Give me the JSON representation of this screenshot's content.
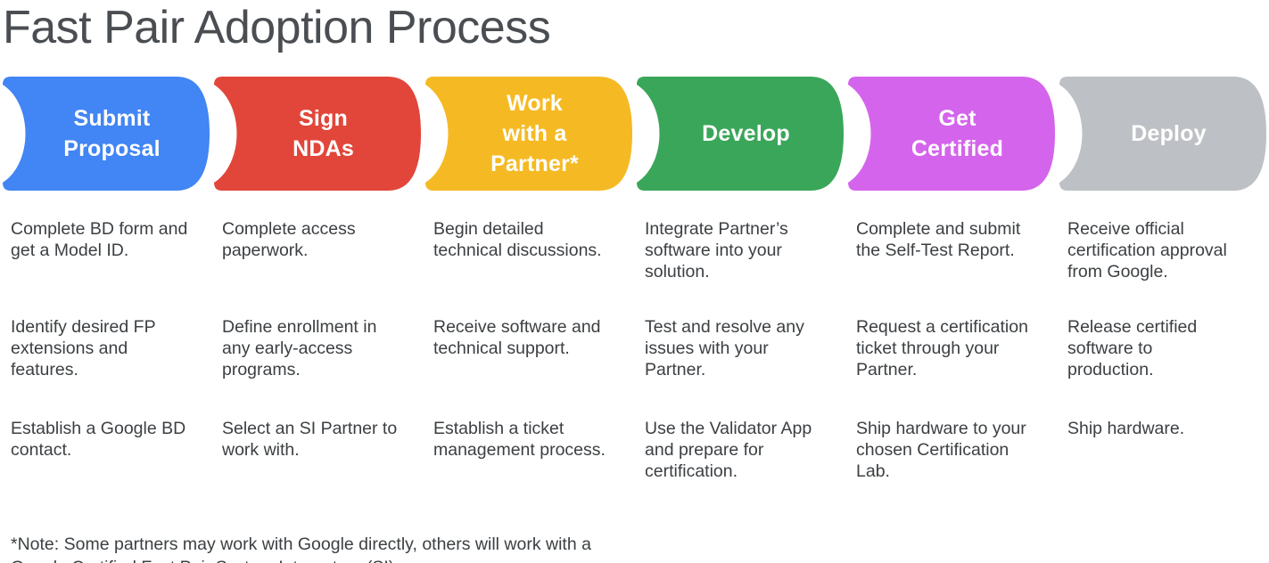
{
  "title": "Fast Pair Adoption Process",
  "stages": [
    {
      "label": "Submit\nProposal",
      "color": "#4285F4",
      "tasks": [
        "Complete BD form and\nget a Model ID.",
        "Identify desired FP\nextensions and\nfeatures.",
        "Establish a Google BD\ncontact."
      ]
    },
    {
      "label": "Sign\nNDAs",
      "color": "#E2463A",
      "tasks": [
        "Complete access\npaperwork.",
        "Define enrollment in\nany early-access\nprograms.",
        "Select an SI Partner to\nwork with."
      ]
    },
    {
      "label": "Work\nwith a\nPartner*",
      "color": "#F5BA23",
      "tasks": [
        "Begin detailed\ntechnical discussions.",
        "Receive software and\ntechnical support.",
        "Establish a ticket\nmanagement process."
      ]
    },
    {
      "label": "Develop",
      "color": "#3AA65A",
      "tasks": [
        "Integrate Partner’s\nsoftware into your\nsolution.",
        "Test and resolve any\nissues with your\nPartner.",
        "Use the Validator App\nand prepare for\ncertification."
      ]
    },
    {
      "label": "Get\nCertified",
      "color": "#D464EB",
      "tasks": [
        "Complete and submit\nthe Self-Test Report.",
        "Request a certification\nticket through your\nPartner.",
        "Ship hardware to your\nchosen Certification\nLab."
      ]
    },
    {
      "label": "Deploy",
      "color": "#BDC0C4",
      "tasks": [
        "Receive official\ncertification approval\nfrom Google.",
        "Release certified\nsoftware to\nproduction.",
        "Ship hardware."
      ]
    }
  ],
  "footnote": "*Note: Some partners may work with Google directly, others will work with a\nGoogle Certified Fast Pair System Integrators (SI)."
}
